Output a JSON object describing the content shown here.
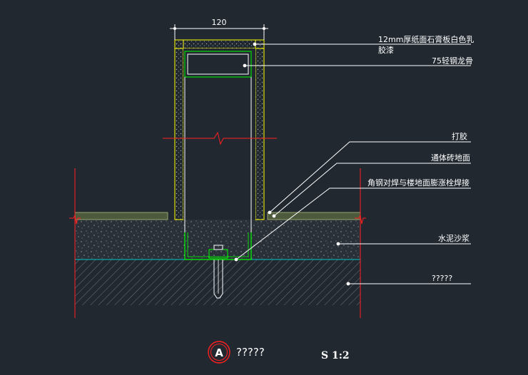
{
  "dimension": {
    "width_label": "120"
  },
  "labels": {
    "gypsum_line1": "12mm厚纸面石膏板白色乳",
    "gypsum_line2": "胶漆",
    "steel_keel": "75轻钢龙骨",
    "sealant": "打胶",
    "floor_tile": "通体砖地面",
    "angle_steel": "角钢对焊与楼地面膨涨栓焊接",
    "cement_mortar": "水泥沙浆",
    "base": "?????"
  },
  "title_block": {
    "bubble_letter": "A",
    "title": "?????",
    "scale": "S 1:2"
  },
  "colors": {
    "background": "#212830",
    "wall_outline": "#ffff00",
    "steel": "#00ff00",
    "break_line": "#ff2020",
    "leader": "#ffffff",
    "slab_line": "#00c8c8",
    "bubble": "#ff2020"
  }
}
